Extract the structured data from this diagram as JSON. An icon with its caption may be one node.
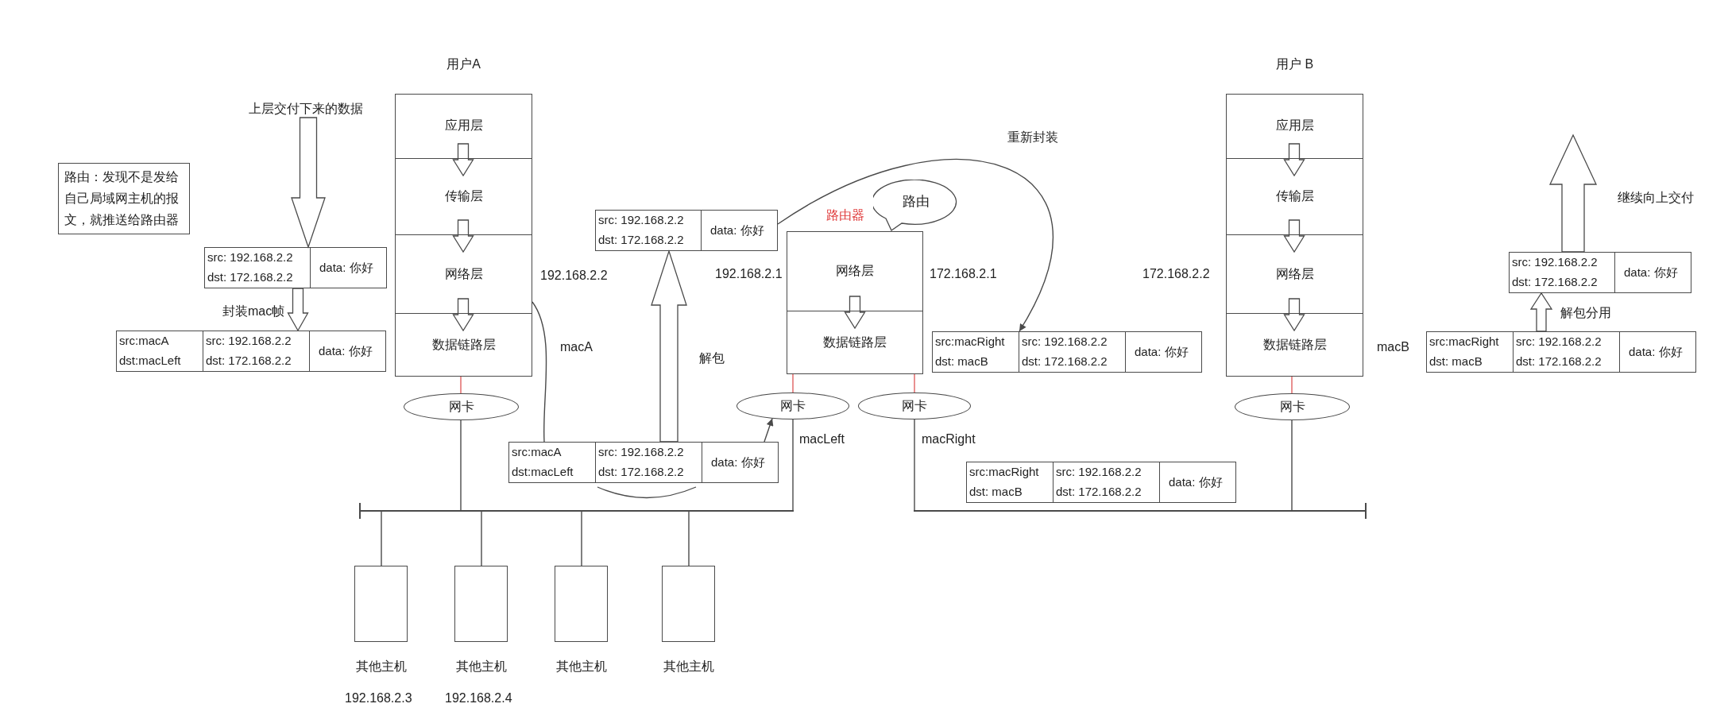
{
  "diagram": {
    "nodes": [
      {
        "text": [
          "用户A"
        ]
      },
      {
        "text": [
          "应用层"
        ],
        "in": 0
      },
      {
        "text": [
          "传输层"
        ],
        "in": 0
      },
      {
        "text": [
          "网络层"
        ],
        "in": 0,
        "beside": [
          "192.168.2.2"
        ]
      },
      {
        "text": [
          "数据链路层"
        ],
        "in": 0,
        "beside": [
          "macA"
        ]
      },
      {
        "text": [
          "上层交付下来的数据"
        ]
      },
      {
        "text": [
          "路由：发现不是发给自己局域网主机的报文，就推送给路由器"
        ]
      },
      {
        "text": [
          "src: 192.168.2.2",
          "dst: 172.168.2.2",
          "data: 你好"
        ]
      },
      {
        "text": [
          "src:macA",
          "dst:macLeft",
          "src: 192.168.2.2",
          "dst: 172.168.2.2",
          "data: 你好"
        ]
      },
      {
        "text": [
          "网卡"
        ]
      },
      {
        "text": [
          "src: 192.168.2.2",
          "dst: 172.168.2.2",
          "data: 你好"
        ]
      },
      {
        "text": [
          "路由器"
        ],
        "beside": [
          "192.168.2.1",
          "172.168.2.1"
        ]
      },
      {
        "text": [
          "网络层"
        ],
        "in": 11
      },
      {
        "text": [
          "数据链路层"
        ],
        "in": 11
      },
      {
        "text": [
          "路由"
        ]
      },
      {
        "text": [
          "网卡"
        ],
        "beside": [
          "macLeft"
        ]
      },
      {
        "text": [
          "网卡"
        ],
        "beside": [
          "macRight"
        ]
      },
      {
        "text": [
          "src:macA",
          "dst:macLeft",
          "src: 192.168.2.2",
          "dst: 172.168.2.2",
          "data: 你好"
        ]
      },
      {
        "text": [
          "src:macRight",
          "dst: macB",
          "src: 192.168.2.2",
          "dst: 172.168.2.2",
          "data: 你好"
        ]
      },
      {
        "text": [
          "src:macRight",
          "dst: macB",
          "src: 192.168.2.2",
          "dst: 172.168.2.2",
          "data: 你好"
        ]
      },
      {
        "text": [
          "用户 B"
        ]
      },
      {
        "text": [
          "应用层"
        ],
        "in": 20
      },
      {
        "text": [
          "传输层"
        ],
        "in": 20
      },
      {
        "text": [
          "网络层"
        ],
        "in": 20,
        "beside": [
          "172.168.2.2"
        ]
      },
      {
        "text": [
          "数据链路层"
        ],
        "in": 20,
        "beside": [
          "macB"
        ]
      },
      {
        "text": [
          "网卡"
        ]
      },
      {
        "text": [
          "src:macRight",
          "dst: macB",
          "src: 192.168.2.2",
          "dst: 172.168.2.2",
          "data: 你好"
        ]
      },
      {
        "text": [
          "src: 192.168.2.2",
          "dst: 172.168.2.2",
          "data: 你好"
        ]
      },
      {
        "text": [],
        "shape": "bar"
      },
      {
        "text": [],
        "shape": "bar"
      },
      {
        "text": [
          "其他主机"
        ],
        "beside": [
          "192.168.2.3"
        ]
      },
      {
        "text": [
          "其他主机"
        ],
        "beside": [
          "192.168.2.4"
        ]
      },
      {
        "text": [
          "其他主机"
        ]
      },
      {
        "text": [
          "其他主机"
        ]
      }
    ],
    "edges": [
      {
        "from": 1,
        "to": 2,
        "arrow": "to",
        "style": "thick"
      },
      {
        "from": 2,
        "to": 3,
        "arrow": "to",
        "style": "thick"
      },
      {
        "from": 3,
        "to": 4,
        "arrow": "to",
        "style": "thick"
      },
      {
        "from": 4,
        "to": 9,
        "arrow": "none",
        "color": "#e06060"
      },
      {
        "from": 5,
        "to": 7,
        "arrow": "to",
        "style": "thick"
      },
      {
        "from": 7,
        "to": 8,
        "arrow": "to",
        "style": "thick",
        "label": "封装mac帧"
      },
      {
        "from": 9,
        "to": 28,
        "arrow": "none"
      },
      {
        "from": 3,
        "to": 17,
        "arrow": "none"
      },
      {
        "from": 17,
        "to": 15,
        "arrow": "to"
      },
      {
        "from": 17,
        "to": 10,
        "arrow": "to",
        "style": "thick",
        "label": "解包"
      },
      {
        "from": 10,
        "to": 18,
        "arrow": "to",
        "label": "重新封装"
      },
      {
        "from": 12,
        "to": 13,
        "arrow": "to",
        "style": "thick"
      },
      {
        "from": 13,
        "to": 15,
        "arrow": "none",
        "color": "#e06060"
      },
      {
        "from": 13,
        "to": 16,
        "arrow": "none",
        "color": "#e06060"
      },
      {
        "from": 15,
        "to": 28,
        "arrow": "none"
      },
      {
        "from": 16,
        "to": 29,
        "arrow": "none"
      },
      {
        "from": 21,
        "to": 22,
        "arrow": "to",
        "style": "thick"
      },
      {
        "from": 22,
        "to": 23,
        "arrow": "to",
        "style": "thick"
      },
      {
        "from": 23,
        "to": 24,
        "arrow": "to",
        "style": "thick"
      },
      {
        "from": 24,
        "to": 25,
        "arrow": "none",
        "color": "#e06060"
      },
      {
        "from": 25,
        "to": 29,
        "arrow": "none"
      },
      {
        "from": 26,
        "to": 27,
        "arrow": "to",
        "style": "thick",
        "label": "解包分用"
      },
      {
        "from": 27,
        "to": null,
        "arrow": "to",
        "style": "thick",
        "label": "继续向上交付"
      },
      {
        "from": 30,
        "to": 28,
        "arrow": "none"
      },
      {
        "from": 31,
        "to": 28,
        "arrow": "none"
      },
      {
        "from": 32,
        "to": 28,
        "arrow": "none"
      },
      {
        "from": 33,
        "to": 28,
        "arrow": "none"
      }
    ]
  }
}
